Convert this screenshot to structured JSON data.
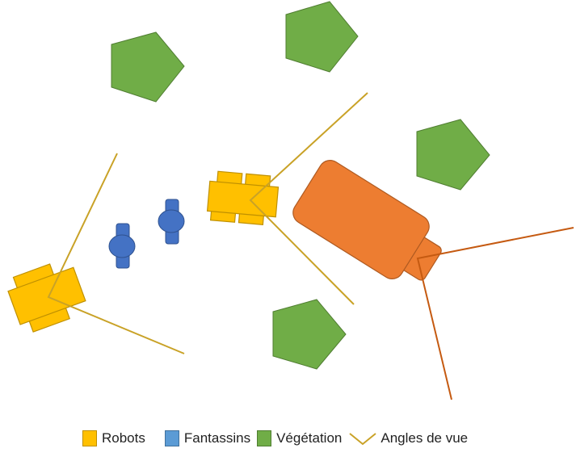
{
  "colors": {
    "robot": "#FFC000",
    "robot_stroke": "#BF9000",
    "soldier": "#4472C4",
    "soldier_legend": "#5B9BD5",
    "vegetation": "#70AD47",
    "vegetation_stroke": "#507E32",
    "enemy_vehicle": "#ED7D31",
    "enemy_stroke": "#AE5A21",
    "view_angle": "#C9A227",
    "enemy_view_angle": "#C55A11"
  },
  "legend": {
    "robots": "Robots",
    "fantassins": "Fantassins",
    "vegetation": "Végétation",
    "angles": "Angles de vue"
  }
}
